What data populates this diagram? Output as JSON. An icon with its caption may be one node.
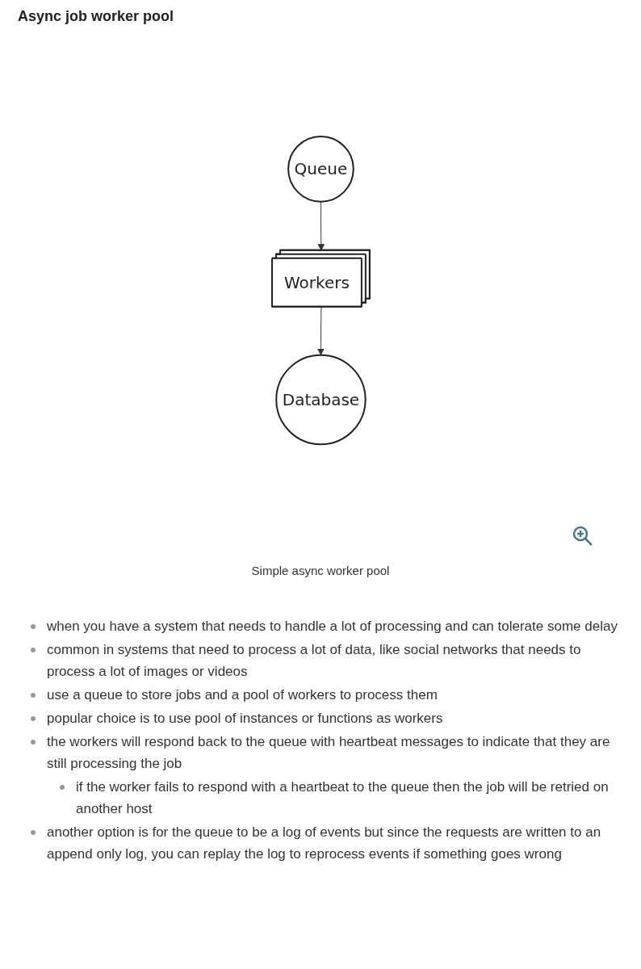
{
  "diagram": {
    "title": "Async job worker pool",
    "caption": "Simple async worker pool",
    "nodes": [
      {
        "text": [
          "Queue"
        ]
      },
      {
        "text": [
          "Workers"
        ]
      },
      {
        "text": [
          "Database"
        ]
      }
    ],
    "edges": [
      {
        "from": 0,
        "to": 1,
        "arrow": "to"
      },
      {
        "from": 1,
        "to": 2,
        "arrow": "to"
      }
    ],
    "labels": [
      "when you have a system that needs to handle a lot of processing and can tolerate some delay",
      "common in systems that need to process a lot of data, like social networks that needs to process a lot of images or videos",
      "use a queue to store jobs and a pool of workers to process them",
      "popular choice is to use pool of instances or functions as workers",
      "the workers will respond back to the queue with heartbeat messages to indicate that they are still processing the job",
      "if the worker fails to respond with a heartbeat to the queue then the job will be retried on another host",
      "another option is for the queue to be a log of events but since the requests are written to an append only log, you can replay the log to reprocess events if something goes wrong"
    ]
  }
}
